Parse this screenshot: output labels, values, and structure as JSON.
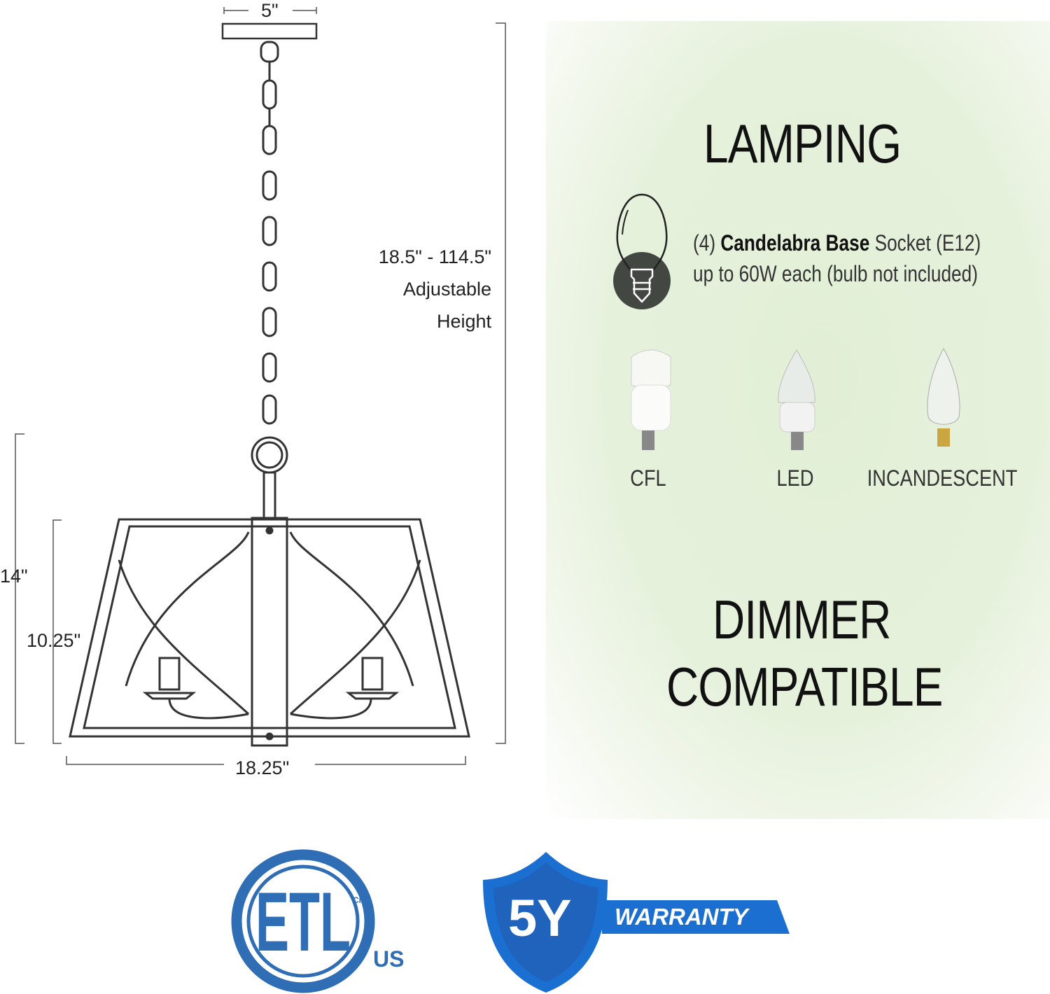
{
  "dimensions": {
    "canopy_width": "5\"",
    "adjustable_height_range": "18.5\" - 114.5\"",
    "adjustable_label_1": "Adjustable",
    "adjustable_label_2": "Height",
    "body_height": "14\"",
    "frame_height": "10.25\"",
    "width": "18.25\""
  },
  "lamping": {
    "title": "LAMPING",
    "socket_count": "(4)",
    "socket_type": "Candelabra Base",
    "socket_rest": "Socket (E12)",
    "wattage": "up to 60W each (bulb not included)",
    "bulb_types": [
      {
        "label": "CFL",
        "icon": "cfl-bulb-icon"
      },
      {
        "label": "LED",
        "icon": "led-bulb-icon"
      },
      {
        "label": "INCANDESCENT",
        "icon": "incandescent-bulb-icon"
      }
    ]
  },
  "dimmer": {
    "line1": "DIMMER",
    "line2": "COMPATIBLE"
  },
  "certifications": {
    "etl_logo_text": "ETL CM US",
    "warranty_badge": "5Y",
    "warranty_label": "WARRANTY",
    "brand_blue": "#2f6db5",
    "warranty_blue": "#1a6fd0"
  },
  "colors": {
    "panel_green": "#e4f0d9",
    "icon_dark": "#434742"
  }
}
